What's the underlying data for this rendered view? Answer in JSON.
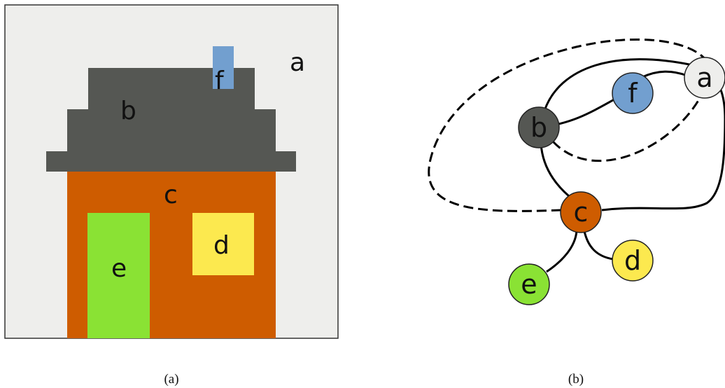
{
  "panel_a": {
    "caption": "(a)",
    "regions": [
      {
        "id": "a",
        "label": "a",
        "color": "#eeeeec"
      },
      {
        "id": "b",
        "label": "b",
        "color": "#555753"
      },
      {
        "id": "c",
        "label": "c",
        "color": "#ce5c00"
      },
      {
        "id": "d",
        "label": "d",
        "color": "#fce94f"
      },
      {
        "id": "e",
        "label": "e",
        "color": "#8ae234"
      },
      {
        "id": "f",
        "label": "f",
        "color": "#729fcf"
      }
    ]
  },
  "panel_b": {
    "caption": "(b)",
    "nodes": [
      {
        "id": "a",
        "label": "a",
        "color": "#eeeeec"
      },
      {
        "id": "b",
        "label": "b",
        "color": "#555753"
      },
      {
        "id": "c",
        "label": "c",
        "color": "#ce5c00"
      },
      {
        "id": "d",
        "label": "d",
        "color": "#fce94f"
      },
      {
        "id": "e",
        "label": "e",
        "color": "#8ae234"
      },
      {
        "id": "f",
        "label": "f",
        "color": "#729fcf"
      }
    ],
    "edges": [
      {
        "from": "b",
        "to": "f",
        "style": "solid"
      },
      {
        "from": "f",
        "to": "a",
        "style": "solid"
      },
      {
        "from": "b",
        "to": "a",
        "style": "solid"
      },
      {
        "from": "b",
        "to": "a",
        "style": "dashed"
      },
      {
        "from": "c",
        "to": "a",
        "style": "dashed"
      },
      {
        "from": "b",
        "to": "c",
        "style": "solid"
      },
      {
        "from": "c",
        "to": "a",
        "style": "solid"
      },
      {
        "from": "c",
        "to": "e",
        "style": "solid"
      },
      {
        "from": "c",
        "to": "d",
        "style": "solid"
      }
    ]
  }
}
